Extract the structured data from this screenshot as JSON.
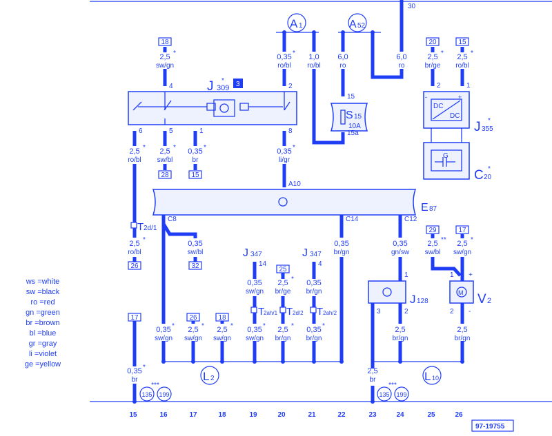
{
  "diagram_id": "97-19755",
  "top": {
    "terminal_30": "30",
    "A1": "A",
    "A1_sub": "1",
    "A52": "A",
    "A52_sub": "52"
  },
  "components": {
    "J309": "J",
    "J309_sub": "309",
    "J309_star": "*",
    "J309_badge": "3",
    "S15": "S",
    "S15_sub": "15",
    "S15_rating": "10A",
    "J355": "J",
    "J355_sub": "355",
    "J355_star": "*",
    "dc1": "DC",
    "dc2": "DC",
    "C20": "C",
    "C20_sub": "20",
    "C20_star": "*",
    "gen": "G",
    "E87": "E",
    "E87_sub": "87",
    "J347a": "J",
    "J347a_sub": "347",
    "J347b": "J",
    "J347b_sub": "347",
    "T2d1": "T",
    "T2d1_sub": "2d/1",
    "T2ah1": "T",
    "T2ah1_sub": "2ah/1",
    "T2d2": "T",
    "T2d2_sub": "2d/2",
    "T2ah2": "T",
    "T2ah2_sub": "2ah/2",
    "J128": "J",
    "J128_sub": "128",
    "V2": "V",
    "V2_sub": "2",
    "L2": "L",
    "L2_sub": "2",
    "L10": "L",
    "L10_sub": "10"
  },
  "wires": [
    {
      "size": "2,5",
      "star": "*",
      "color": "sw/gn"
    },
    {
      "size": "0,35",
      "star": "*",
      "color": "ro/bl"
    },
    {
      "size": "1,0",
      "star": "",
      "color": "ro/bl"
    },
    {
      "size": "6,0",
      "star": "",
      "color": "ro"
    },
    {
      "size": "6,0",
      "star": "",
      "color": "ro"
    },
    {
      "size": "2,5",
      "star": "*",
      "color": "br/ge"
    },
    {
      "size": "2,5",
      "star": "*",
      "color": "ro/bl"
    },
    {
      "size": "2,5",
      "star": "*",
      "color": "ro/bl"
    },
    {
      "size": "2,5",
      "star": "*",
      "color": "sw/bl"
    },
    {
      "size": "0,35",
      "star": "*",
      "color": "br"
    },
    {
      "size": "0,35",
      "star": "*",
      "color": "li/gr"
    },
    {
      "size": "2,5",
      "star": "*",
      "color": "ro/bl"
    },
    {
      "size": "0,35",
      "star": "",
      "color": "sw/bl"
    },
    {
      "size": "0,35",
      "star": "",
      "color": "br/gn"
    },
    {
      "size": "0,35",
      "star": "",
      "color": "gn/sw"
    },
    {
      "size": "2,5",
      "star": "**",
      "color": "sw/bl"
    },
    {
      "size": "2,5",
      "star": "*",
      "color": "sw/gn"
    },
    {
      "size": "0,35",
      "star": "",
      "color": "sw/gn"
    },
    {
      "size": "2,5",
      "star": "*",
      "color": "br/ge"
    },
    {
      "size": "0,35",
      "star": "",
      "color": "br/gn"
    },
    {
      "size": "0,35",
      "star": "*",
      "color": "sw/gn"
    },
    {
      "size": "2,5",
      "star": "*",
      "color": "sw/gn"
    },
    {
      "size": "2,5",
      "star": "*",
      "color": "sw/gn"
    },
    {
      "size": "0,35",
      "star": "*",
      "color": "sw/gn"
    },
    {
      "size": "2,5",
      "star": "*",
      "color": "br/gn"
    },
    {
      "size": "0,35",
      "star": "*",
      "color": "br/gn"
    },
    {
      "size": "2,5",
      "star": "",
      "color": "br/gn"
    },
    {
      "size": "2,5",
      "star": "",
      "color": "br/gn"
    },
    {
      "size": "0,35",
      "star": "*",
      "color": "br"
    },
    {
      "size": "2,5",
      "star": "",
      "color": "br"
    }
  ],
  "refs": [
    "18",
    "20",
    "15",
    "28",
    "15",
    "26",
    "32",
    "25",
    "29",
    "17",
    "17",
    "26",
    "18"
  ],
  "pins": [
    "4",
    "2",
    "6",
    "5",
    "1",
    "8",
    "15",
    "15a",
    "2",
    "1",
    "C8",
    "A10",
    "C14",
    "C12",
    "14",
    "4",
    "1",
    "3",
    "2",
    "1",
    "+",
    "2",
    "-",
    "-",
    "+"
  ],
  "circled_refs": [
    "135",
    "199",
    "135",
    "199"
  ],
  "triple_star": "***",
  "grid_numbers": [
    "15",
    "16",
    "17",
    "18",
    "19",
    "20",
    "21",
    "22",
    "23",
    "24",
    "25",
    "26"
  ],
  "legend": [
    "ws =white",
    "sw =black",
    "ro =red",
    "gn =green",
    "br =brown",
    "bl =blue",
    "gr =gray",
    "li =violet",
    "ge =yellow"
  ],
  "colors": {
    "ink": "#1f3df5"
  }
}
